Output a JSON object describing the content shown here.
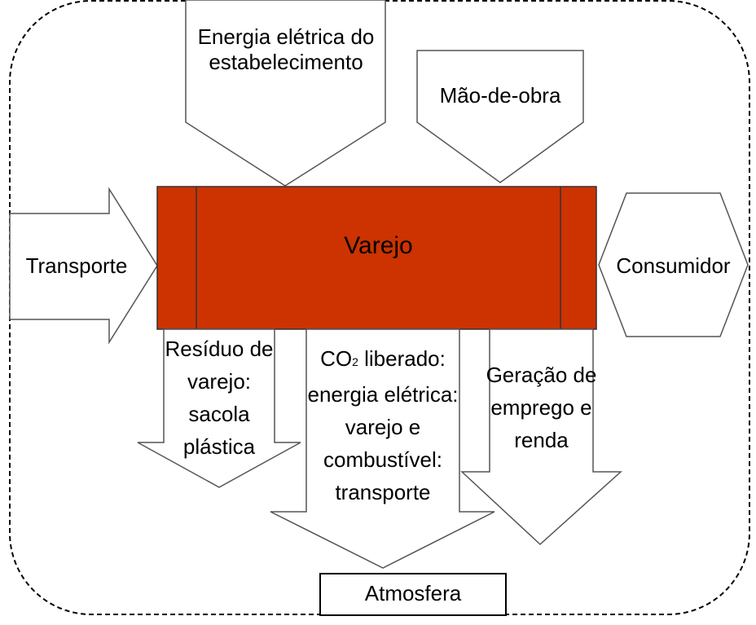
{
  "colors": {
    "process": "#cc3300",
    "stroke": "#000000"
  },
  "inputs": {
    "energy": "Energia elétrica do estabelecimento",
    "labor": "Mão-de-obra",
    "transport": "Transporte"
  },
  "process": {
    "label": "Varejo"
  },
  "consumer": {
    "label": "Consumidor"
  },
  "outputs": {
    "waste": "Resíduo de varejo: sacola plástica",
    "co2_prefix": "CO",
    "co2_sub": "2",
    "co2_rest": " liberado: energia elétrica: varejo e combustível: transporte",
    "jobs": "Geração de emprego e renda"
  },
  "sink": {
    "label": "Atmosfera"
  }
}
